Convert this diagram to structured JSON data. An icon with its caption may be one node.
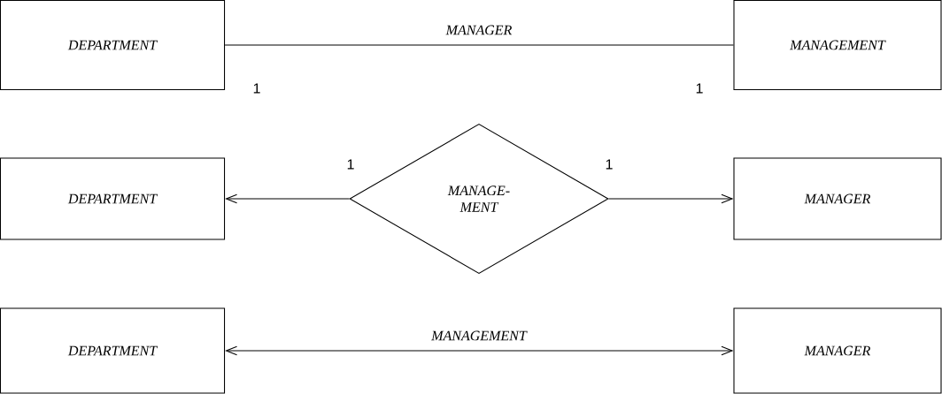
{
  "diagram": {
    "nodes": [
      {
        "text": [
          "DEPARTMENT"
        ]
      },
      {
        "text": [
          "MANAGEMENT"
        ]
      },
      {
        "text": [
          "DEPARTMENT"
        ]
      },
      {
        "text": [
          "MANAGE- MENT"
        ]
      },
      {
        "text": [
          "MANAGER"
        ]
      },
      {
        "text": [
          "DEPARTMENT"
        ]
      },
      {
        "text": [
          "MANAGER"
        ]
      }
    ],
    "edges": [
      {
        "from": 0,
        "to": 1,
        "arrow": "none",
        "label": "MANAGER"
      },
      {
        "from": 3,
        "to": 2,
        "arrow": "to"
      },
      {
        "from": 3,
        "to": 4,
        "arrow": "to"
      },
      {
        "from": 5,
        "to": 6,
        "arrow": "both",
        "label": "MANAGEMENT"
      }
    ],
    "labels": [
      "1",
      "1",
      "1",
      "1"
    ]
  }
}
